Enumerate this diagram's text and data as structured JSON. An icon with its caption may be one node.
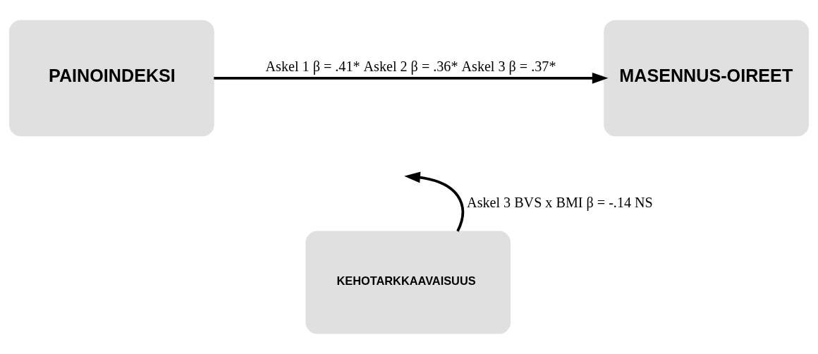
{
  "diagram": {
    "nodes": [
      {
        "text": [
          "PAINOINDEKSI"
        ]
      },
      {
        "text": [
          "MASENNUS-OIREET"
        ]
      },
      {
        "text": [
          "KEHOTARKKAAVAISUUS"
        ]
      }
    ],
    "edges": [
      {
        "from": 0,
        "to": 1,
        "arrow": "to",
        "label": "Askel 1 β = .41* Askel 2 β = .36* Askel 3 β = .37*"
      },
      {
        "from": 2,
        "to": null,
        "arrow": "to",
        "label": "Askel 3 BVS x BMI β = -.14 NS"
      }
    ]
  }
}
